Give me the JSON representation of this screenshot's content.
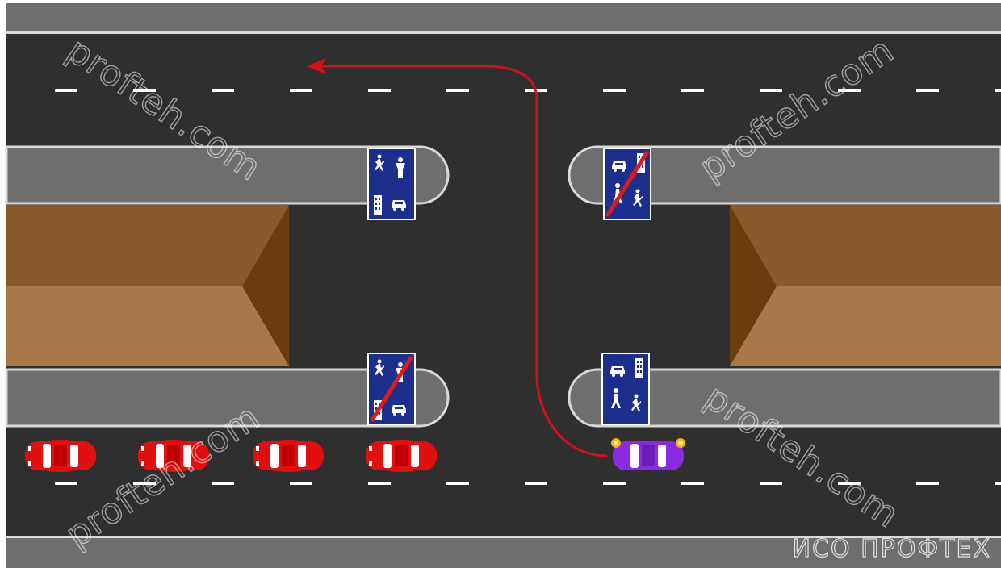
{
  "scene": {
    "description_type": "road-diagram",
    "colors": {
      "asphalt": "#2f2f2f",
      "sidewalk": "#6e6e6e",
      "curb": "#d9d9d9",
      "lane_marking": "#ffffff",
      "building_dark": "#6b3d0d",
      "building_light": "#9a6a3c",
      "sign_blue": "#1c2f8c",
      "cross_red": "#e01818",
      "route_arrow": "#d0101a",
      "parked_car": "#e01010",
      "active_car": "#8a2be2"
    }
  },
  "signs": [
    {
      "name": "residential-zone-start",
      "crossed": false
    },
    {
      "name": "residential-zone-end",
      "crossed": true
    },
    {
      "name": "residential-zone-end",
      "crossed": true
    },
    {
      "name": "residential-zone-start",
      "crossed": false
    }
  ],
  "vehicles": {
    "parked_count": 4,
    "active_car_hazard_lights": true
  },
  "watermarks": [
    "profteh.com",
    "profteh.com",
    "profteh.com",
    "profteh.com"
  ],
  "brand": "ИСО ПРОФТЕХ"
}
